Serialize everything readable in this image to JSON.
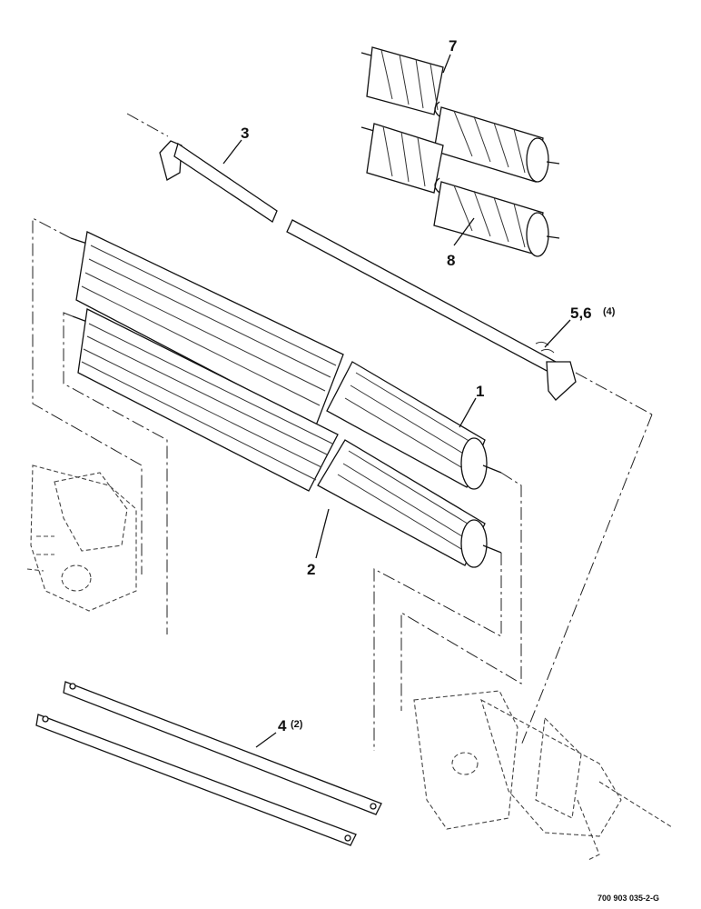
{
  "parts": [
    {
      "id": "roller-top-upper",
      "label": "7",
      "qty": ""
    },
    {
      "id": "roller-top-lower",
      "label": "8",
      "qty": ""
    },
    {
      "id": "bar",
      "label": "3",
      "qty": ""
    },
    {
      "id": "fastener",
      "label": "5,6",
      "qty": "(4)"
    },
    {
      "id": "fluted-roll-upper",
      "label": "1",
      "qty": ""
    },
    {
      "id": "fluted-roll-lower",
      "label": "2",
      "qty": ""
    },
    {
      "id": "straps",
      "label": "4",
      "qty": "(2)"
    }
  ],
  "drawing_number": "700 903 035-2-G"
}
